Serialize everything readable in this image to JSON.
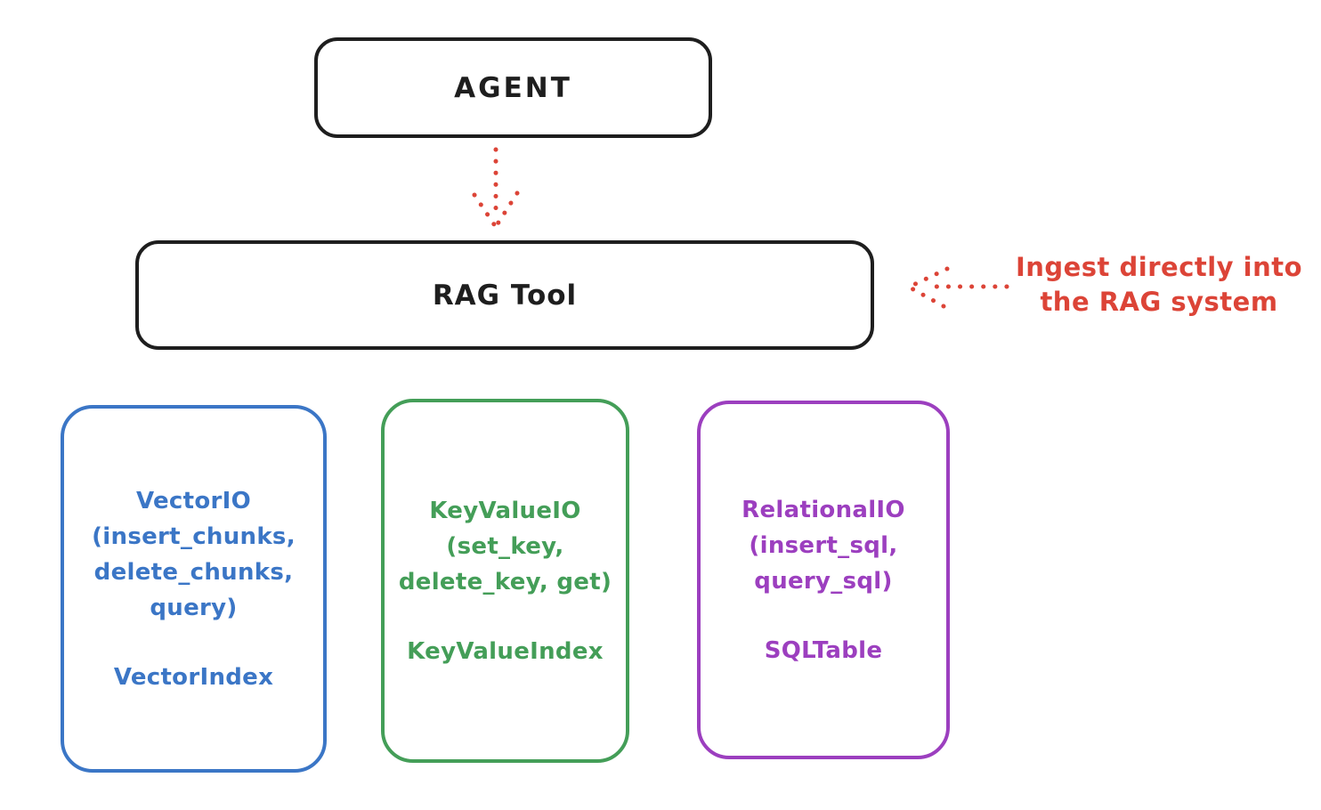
{
  "colors": {
    "ink": "#1e1e1e",
    "red": "#dc4437",
    "blue": "#3b76c6",
    "green": "#449e58",
    "purple": "#9c3fbf",
    "background": "#ffffff"
  },
  "agent_box": {
    "label": "AGENT"
  },
  "rag_box": {
    "label": "RAG Tool"
  },
  "annotation": {
    "line1": "Ingest directly into",
    "line2": "the RAG system"
  },
  "arrows": [
    {
      "name": "agent-to-rag-arrow",
      "style": "dotted",
      "color": "#dc4437",
      "direction": "down"
    },
    {
      "name": "ingest-annotation-arrow",
      "style": "dotted",
      "color": "#dc4437",
      "direction": "left"
    }
  ],
  "storage_boxes": [
    {
      "name": "vector-io",
      "color": "#3b76c6",
      "lines": [
        "VectorIO",
        "(insert_chunks,",
        "delete_chunks,",
        "query)"
      ],
      "index_label": "VectorIndex"
    },
    {
      "name": "key-value-io",
      "color": "#449e58",
      "lines": [
        "KeyValueIO",
        "(set_key,",
        "delete_key, get)"
      ],
      "index_label": "KeyValueIndex"
    },
    {
      "name": "relational-io",
      "color": "#9c3fbf",
      "lines": [
        "RelationalIO",
        "(insert_sql,",
        "query_sql)"
      ],
      "index_label": "SQLTable"
    }
  ]
}
